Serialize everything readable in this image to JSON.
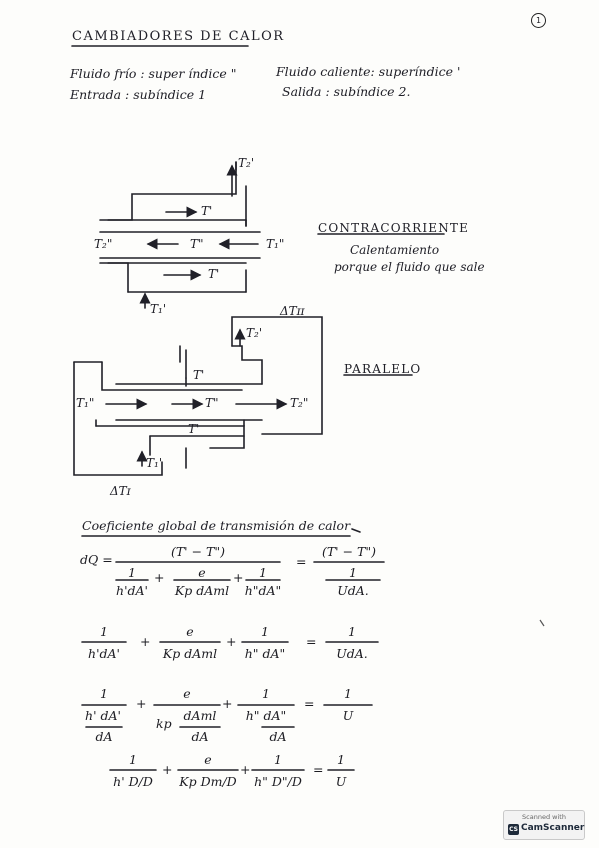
{
  "page_number": "1",
  "title": "CAMBIADORES DE CALOR",
  "notes": {
    "cold": "Fluido frío : super índice \"",
    "hot": "Fluido caliente: superíndice '",
    "inlet": "Entrada : subíndice 1",
    "outlet": "Salida : subíndice 2."
  },
  "counterflow": {
    "heading": "CONTRACORRIENTE",
    "note_1": "Calentamiento",
    "note_2": "porque el fluido que sale",
    "labels": {
      "t2_hot_out": "T₂'",
      "t_hot_top": "T'",
      "t2_cold_out": "T₂\"",
      "t_cold": "T\"",
      "t1_cold_in": "T₁\"",
      "t_hot_bottom": "T'",
      "t1_hot_in": "T₁'"
    }
  },
  "parallel": {
    "heading": "PARALELO",
    "delta_top": "ΔTɪɪ",
    "delta_bottom": "ΔTɪ",
    "labels": {
      "t2_hot_out": "T₂'",
      "t_hot_top": "T'",
      "t1_cold_in": "T₁\"",
      "t_cold": "T\"",
      "t2_cold_out": "T₂\"",
      "t_hot_bottom": "T'",
      "t1_hot_in": "T₁'"
    }
  },
  "coef": {
    "heading": "Coeficiente global de transmisión de calor",
    "eq1": {
      "lhs": "dQ =",
      "num": "(T' − T\")",
      "term_a_num": "1",
      "term_a_den": "h'dA'",
      "term_b_num": "e",
      "term_b_den": "Kp dAml",
      "term_c_num": "1",
      "term_c_den": "h\"dA\"",
      "rhs_num": "(T' − T\")",
      "rhs_mid": "1",
      "rhs_den": "UdA."
    },
    "eq2": {
      "a_num": "1",
      "a_den": "h'dA'",
      "b_num": "e",
      "b_den": "Kp dAml",
      "c_num": "1",
      "c_den": "h\" dA\"",
      "r_num": "1",
      "r_den": "UdA."
    },
    "eq3": {
      "a_num": "1",
      "a_den_top": "h' dA'",
      "a_den_bottom": "dA",
      "b_num": "e",
      "b_den_k": "kp",
      "b_den_top": "dAml",
      "b_den_bottom": "dA",
      "c_num": "1",
      "c_den_top": "h\"  dA\"",
      "c_den_bottom": "dA",
      "r_num": "1",
      "r_den": "U"
    },
    "eq4": {
      "a_num": "1",
      "a_den": "h' D/D",
      "b_num": "e",
      "b_den": "Kp Dm/D",
      "c_num": "1",
      "c_den": "h\" D\"/D",
      "r_num": "1",
      "r_den": "U"
    }
  },
  "badge": {
    "top": "Scanned with",
    "logo": "CS",
    "name": "CamScanner"
  }
}
